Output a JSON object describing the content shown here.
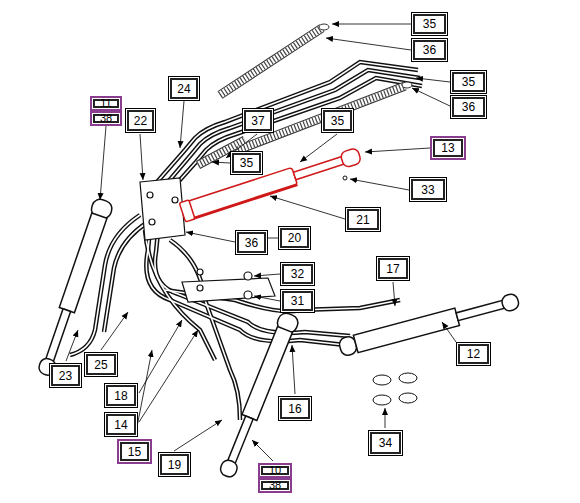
{
  "diagram": {
    "nodes": [
      {
        "text": [
          "35"
        ]
      },
      {
        "text": [
          "36"
        ]
      },
      {
        "text": [
          "35"
        ]
      },
      {
        "text": [
          "36"
        ]
      },
      {
        "text": [
          "11"
        ]
      },
      {
        "text": [
          "38"
        ]
      },
      {
        "text": [
          "22"
        ]
      },
      {
        "text": [
          "24"
        ]
      },
      {
        "text": [
          "37"
        ]
      },
      {
        "text": [
          "35"
        ]
      },
      {
        "text": [
          "13"
        ]
      },
      {
        "text": [
          "35"
        ]
      },
      {
        "text": [
          "33"
        ]
      },
      {
        "text": [
          "21"
        ]
      },
      {
        "text": [
          "36"
        ]
      },
      {
        "text": [
          "20"
        ]
      },
      {
        "text": [
          "32"
        ]
      },
      {
        "text": [
          "17"
        ]
      },
      {
        "text": [
          "31"
        ]
      },
      {
        "text": [
          "12"
        ]
      },
      {
        "text": [
          "23"
        ]
      },
      {
        "text": [
          "25"
        ]
      },
      {
        "text": [
          "18"
        ]
      },
      {
        "text": [
          "16"
        ]
      },
      {
        "text": [
          "14"
        ]
      },
      {
        "text": [
          "34"
        ]
      },
      {
        "text": [
          "15"
        ]
      },
      {
        "text": [
          "19"
        ]
      },
      {
        "text": [
          "10"
        ]
      },
      {
        "text": [
          "38"
        ]
      }
    ]
  }
}
